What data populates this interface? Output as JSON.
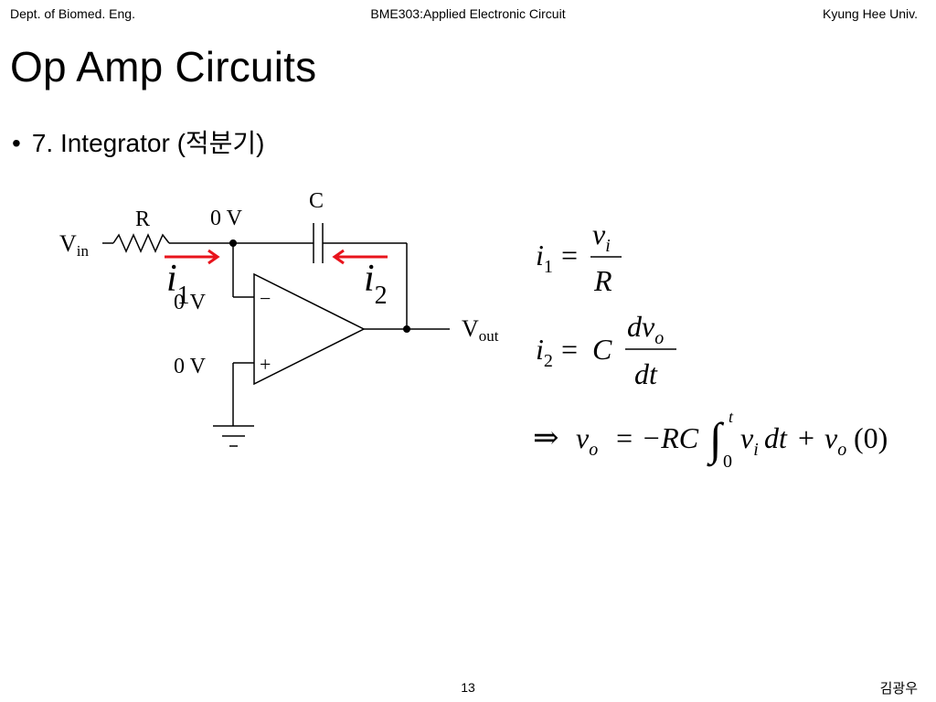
{
  "header": {
    "left": "Dept. of Biomed. Eng.",
    "center": "BME303:Applied Electronic Circuit",
    "right": "Kyung Hee Univ."
  },
  "title": "Op Amp Circuits",
  "bullet": "7. Integrator (적분기)",
  "circuit": {
    "vin": "V",
    "vin_sub": "in",
    "r": "R",
    "c": "C",
    "node_top": "0 V",
    "inv_label": "0 V",
    "noninv_label": "0 V",
    "minus": "−",
    "plus": "+",
    "vout": "V",
    "vout_sub": "out",
    "i1": "i",
    "i1_sub": "1",
    "i2": "i",
    "i2_sub": "2",
    "arrow_color": "#e8141c"
  },
  "formulas": {
    "f1_lhs": "i",
    "f1_lhs_sub": "1",
    "f1_num": "v",
    "f1_num_sub": "i",
    "f1_den": "R",
    "f2_lhs": "i",
    "f2_lhs_sub": "2",
    "f2_coef": "C",
    "f2_num": "dv",
    "f2_num_sub": "o",
    "f2_den": "dt",
    "f3_arrow": "⇒",
    "f3_v": "v",
    "f3_v_sub": "o",
    "f3_eq": "= −RC",
    "f3_int_upper": "t",
    "f3_int_lower": "0",
    "f3_integrand": "v",
    "f3_integrand_sub": "i",
    "f3_dt": "dt",
    "f3_plus": "+",
    "f3_v2": "v",
    "f3_v2_sub": "o",
    "f3_init": "(0)"
  },
  "footer": {
    "page": "13",
    "author": "김광우"
  }
}
